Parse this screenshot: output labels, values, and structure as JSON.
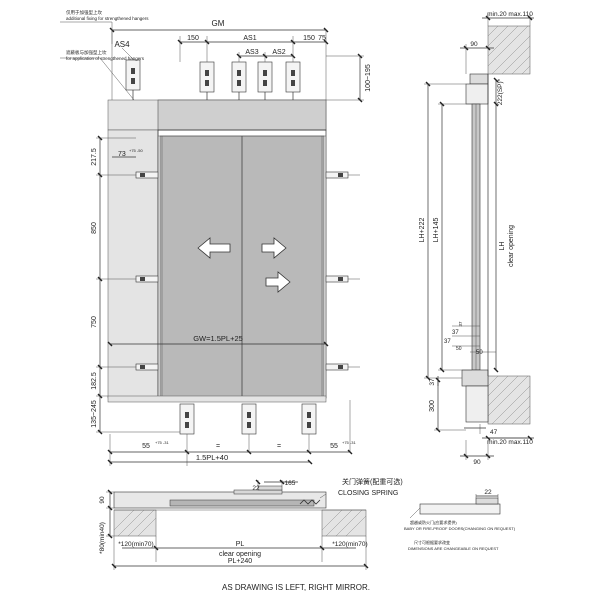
{
  "labels": {
    "gm": "GM",
    "as1": "AS1",
    "as2": "AS2",
    "as3": "AS3",
    "as4": "AS4",
    "d150a": "150",
    "d150b": "150",
    "d75": "75",
    "d100_195": "100~195",
    "min20max110_top": "min.20 max.110",
    "min20max110_bot": "min.20 max.110",
    "d90_top": "90",
    "d90_bot": "90",
    "d222sp": "222(SP)*",
    "d217_5": "217.5",
    "d73": "73",
    "d73tol": "+75 -50",
    "d850": "850",
    "d750": "750",
    "d182_5": "182.5",
    "d135_245": "135~245",
    "gw": "GW=1.5PL+25",
    "d55a": "55",
    "d55a_tol": "+75 -31",
    "d55b": "55",
    "d55b_tol": "+75 -31",
    "eq1": "=",
    "eq2": "=",
    "d1_5pl40": "1.5PL+40",
    "lh222": "LH+222",
    "lh145": "LH+145",
    "lh": "LH",
    "clear_opening_v": "clear opening",
    "d37a": "37",
    "d37b": "37",
    "d37c": "37",
    "d50a": "50",
    "d50b": "50",
    "d300": "300",
    "d47": "47",
    "d22a": "22",
    "d165": "165",
    "d90_left": "90",
    "d80min40": "*80(min40)",
    "d120l": "*120(min70)",
    "d120r": "*120(min70)",
    "pl": "PL",
    "clear_opening_h": "clear opening",
    "pl240": "PL+240",
    "d22b": "22",
    "closing_cn": "关门弹簧(配重可选)",
    "closing_en": "CLOSING SPRING",
    "note1_cn": "仅用于加强型上坎",
    "note1_en": "additional fixing for strengthened hangers",
    "note2_cn": "遮蔽板与加强型上坎",
    "note2_en": "for application of strengthened hangers",
    "note3_cn": "超越或防火门(应要求提供)",
    "note3_en": "BABY OR FIRE-PROOF DOORS(CHANGING ON REQUEST)",
    "note4_cn": "尺寸可根据要求改变",
    "note4_en": "DIMENSIONS ARE CHANGEABLE ON REQUEST",
    "footer": "AS DRAWING IS LEFT, RIGHT MIRROR."
  }
}
